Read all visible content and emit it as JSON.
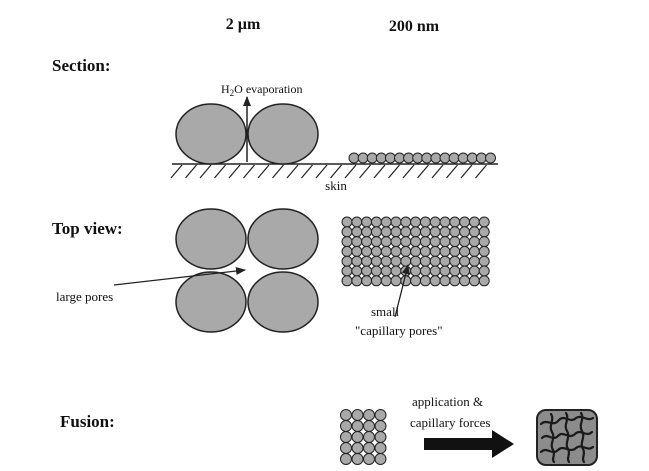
{
  "scales": {
    "large": "2 µm",
    "small": "200 nm"
  },
  "sections": {
    "section": "Section:",
    "top_view": "Top view:",
    "fusion": "Fusion:"
  },
  "labels": {
    "evaporation_h": "H",
    "evaporation_sub": "2",
    "evaporation_rest": "O evaporation",
    "skin": "skin",
    "large_pores": "large pores",
    "small": "small",
    "capillary_pores": "\"capillary pores\"",
    "application": "application &",
    "capillary_forces": "capillary forces"
  },
  "colors": {
    "particle_fill": "#a9a9a9",
    "stroke": "#222222",
    "fused_fill": "#8c8c8c"
  }
}
